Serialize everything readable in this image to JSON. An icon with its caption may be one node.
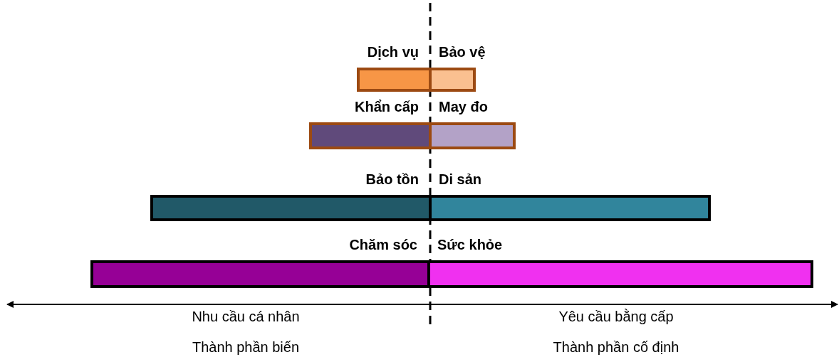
{
  "diagram": {
    "nodes": [
      {
        "text": [
          "Dịch vụ"
        ]
      },
      {
        "text": [
          "Bảo vệ"
        ]
      },
      {
        "text": [
          "Khẩn cấp"
        ]
      },
      {
        "text": [
          "May đo"
        ]
      },
      {
        "text": [
          "Bảo tồn"
        ]
      },
      {
        "text": [
          "Di sản"
        ]
      },
      {
        "text": [
          "Chăm sóc"
        ]
      },
      {
        "text": [
          "Sức khỏe"
        ]
      }
    ],
    "edges": [],
    "labels": [
      "Nhu cầu cá nhân",
      "Yêu cầu bằng cấp",
      "Thành phần biến",
      "Thành phần cố định"
    ]
  }
}
